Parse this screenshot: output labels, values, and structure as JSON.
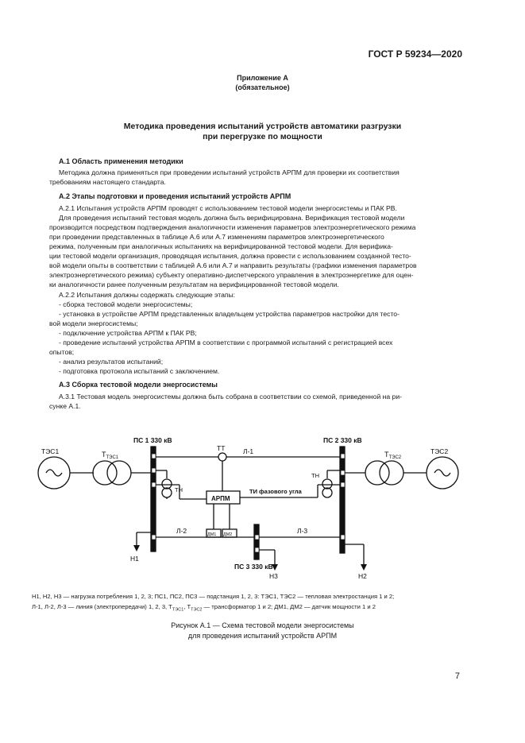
{
  "header": {
    "standard": "ГОСТ Р 59234—2020"
  },
  "appendix": {
    "title": "Приложение А",
    "subtitle": "(обязательное)"
  },
  "doc_title": {
    "line1": "Методика проведения испытаний устройств автоматики разгрузки",
    "line2": "при перегрузке по мощности"
  },
  "section_a1": {
    "heading": "А.1 Область применения методики",
    "p1_line1": "Методика должна применяться при проведении испытаний устройств АРПМ для проверки их соответствия",
    "p1_line2": "требованиям настоящего стандарта."
  },
  "section_a2": {
    "heading": "А.2 Этапы подготовки и проведения испытаний устройств АРПМ",
    "p1": "А.2.1 Испытания устройств АРПМ проводят с использованием тестовой модели энергосистемы и ПАК РВ.",
    "p2": [
      "Для проведения испытаний тестовая модель должна быть верифицирована. Верификация тестовой модели",
      "производится посредством  подтверждения аналогичности изменения параметров электроэнергетического режима",
      "при проведении представленных в таблице А.6 или А.7 изменениям параметров электроэнергетического",
      "режима, полученным при аналогичных испытаниях на верифицированной тестовой модели. Для верифика-",
      "ции тестовой модели организация, проводящая испытания, должна провести с использованием созданной тесто-",
      "вой модели опыты в соответствии с таблицей А.6 или А.7 и направить результаты (графики изменения параметров",
      "электроэнергетического режима) субъекту оперативно-диспетчерского управления в электроэнергетике для оцен-",
      "ки аналогичности ранее полученным результатам на верифицированной тестовой модели."
    ],
    "p3": "А.2.2 Испытания должны содержать следующие этапы:",
    "list": [
      "- сборка тестовой модели энергосистемы;",
      "- установка в устройстве АРПМ представленных владельцем устройства параметров настройки для тесто-",
      "вой модели энергосистемы;",
      "- подключение устройства АРПМ к ПАК РВ;",
      "- проведение испытаний устройства АРПМ в соответствии с программой испытаний с регистрацией всех",
      "опытов;",
      "- анализ результатов испытаний;",
      "- подготовка протокола испытаний с заключением."
    ]
  },
  "section_a3": {
    "heading": "А.3 Сборка тестовой модели энергосистемы",
    "p1_line1": "А.3.1 Тестовая модель энергосистемы должна быть собрана в соответствии со схемой, приведенной на ри-",
    "p1_line2": "сунке А.1."
  },
  "diagram": {
    "tes1": "ТЭС1",
    "t_tes1_main": "T",
    "t_tes1_sub": "ТЭС1",
    "ps1": "ПС 1 330 кВ",
    "tt": "ТТ",
    "l1": "Л-1",
    "ps2": "ПС 2 330 кВ",
    "t_tes2_main": "T",
    "t_tes2_sub": "ТЭС2",
    "tes2": "ТЭС2",
    "tn1": "ТН",
    "tn2": "ТН",
    "arpm": "АРПМ",
    "ti": "ТИ фазового угла",
    "l2": "Л-2",
    "l3": "Л-3",
    "dm1": "ДМ1",
    "dm2": "ДМ2",
    "n1": "Н1",
    "ps3": "ПС 3 330 кВ",
    "n3": "Н3",
    "n2": "Н2"
  },
  "legend": {
    "line1": "Н1, Н2, Н3 — нагрузка потребления 1, 2, 3; ПС1, ПС2, ПС3 — подстанция 1, 2, 3: ТЭС1, ТЭС2 — тепловая электростанция 1 и 2;",
    "line2_a": "Л-1, Л-2, Л-3 — линия (электропередачи) 1, 2, 3, ",
    "t1_main": "Т",
    "t1_sub": "ТЭС1",
    "sep": ", ",
    "t2_main": "Т",
    "t2_sub": "ТЭС2",
    "line2_b": " — трансформатор 1 и 2; ДМ1, ДМ2 — датчик мощности 1 и 2"
  },
  "figure_caption": {
    "line1": "Рисунок А.1 — Схема тестовой модели энергосистемы",
    "line2": "для проведения испытаний устройств АРПМ"
  },
  "page_number": "7"
}
